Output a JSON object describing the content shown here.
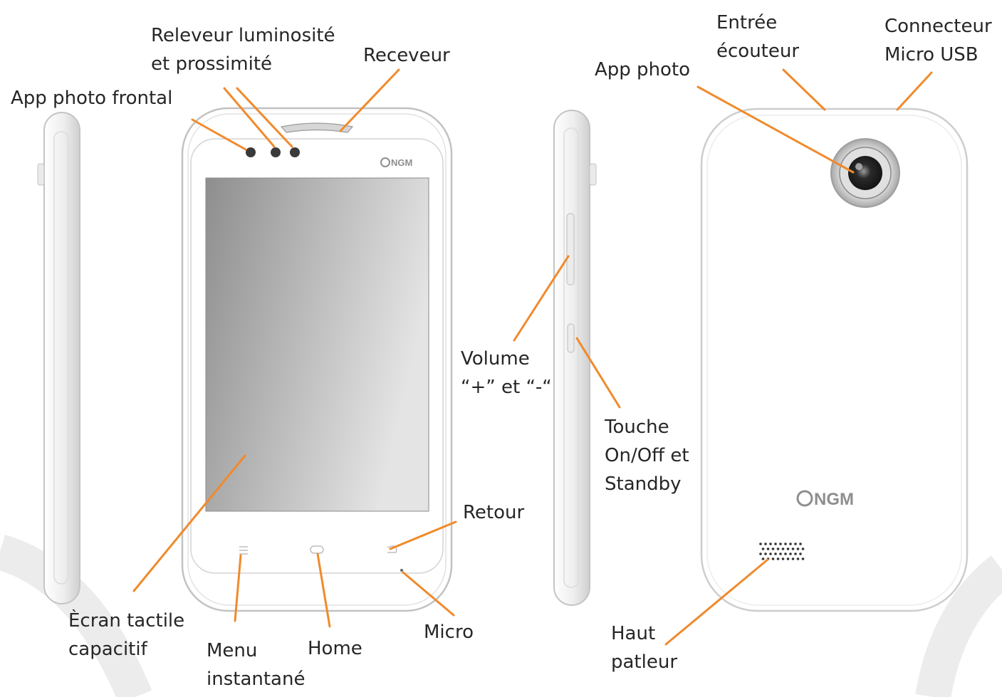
{
  "labels": {
    "front_camera": "App photo frontal",
    "light_proximity_sensor": [
      "Releveur luminosité",
      "et prossimité"
    ],
    "receiver": "Receveur",
    "rear_camera": "App photo",
    "headphone_jack": [
      "Entrée",
      "écouteur"
    ],
    "usb_connector": [
      "Connecteur",
      "Micro USB"
    ],
    "volume_keys": [
      "Volume",
      "“+” et “-“"
    ],
    "power_key": [
      "Touche",
      "On/Off et",
      "Standby"
    ],
    "back_key": "Retour",
    "touchscreen": [
      "Ècran tactile",
      "capacitif"
    ],
    "menu_key": [
      "Menu",
      "instantané"
    ],
    "home_key": "Home",
    "microphone": "Micro",
    "loudspeaker": [
      "Haut",
      "patleur"
    ]
  },
  "brand": {
    "front_logo": "NGM",
    "back_logo": "NGM"
  },
  "colors": {
    "leader_line": "#f08a2c",
    "label_text": "#262626",
    "phone_body": "#ffffff",
    "phone_outline": "#c8c8c8",
    "screen_dark": "#8e8e8e",
    "screen_light": "#e2e2e2"
  }
}
